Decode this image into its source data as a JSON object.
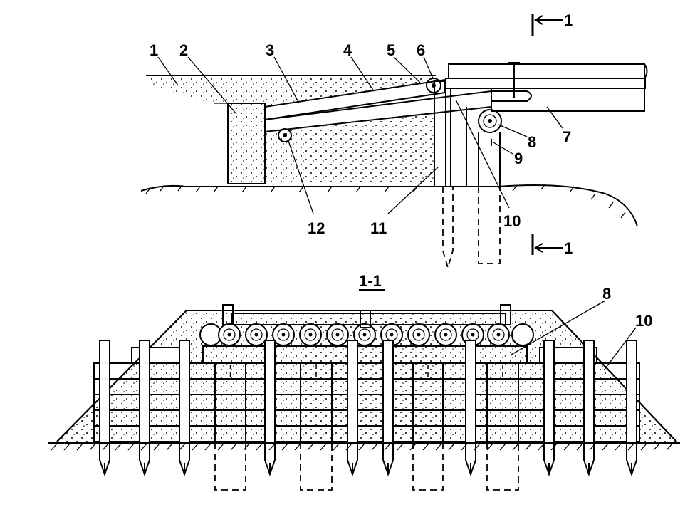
{
  "callouts": {
    "c1": "1",
    "c2": "2",
    "c3": "3",
    "c4": "4",
    "c5": "5",
    "c6": "6",
    "c7": "7",
    "c8": "8",
    "c9": "9",
    "c10": "10",
    "c11": "11",
    "c12": "12"
  },
  "section": {
    "marker_top": "1",
    "marker_bottom": "1",
    "title": "1-1",
    "callout_8": "8",
    "callout_10": "10"
  },
  "colors": {
    "ink": "#000000",
    "paper": "#ffffff"
  }
}
